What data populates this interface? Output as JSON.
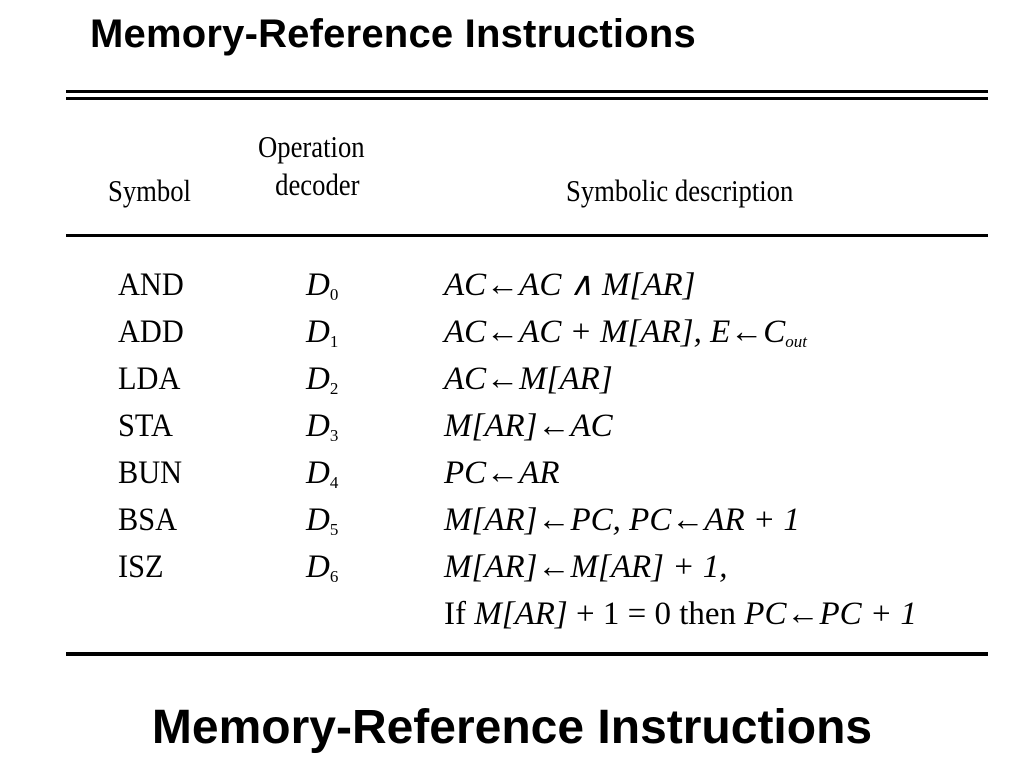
{
  "titles": {
    "top": "Memory-Reference Instructions",
    "bottom": "Memory-Reference Instructions"
  },
  "table": {
    "headers": {
      "symbol": "Symbol",
      "operation_decoder_line1": "Operation",
      "operation_decoder_line2": "decoder",
      "symbolic_description": "Symbolic description"
    },
    "rows": [
      {
        "symbol": "AND",
        "decoder": "D",
        "decoder_sub": "0",
        "description": "AC←AC ∧ M[AR]"
      },
      {
        "symbol": "ADD",
        "decoder": "D",
        "decoder_sub": "1",
        "description": "AC←AC + M[AR],   E←C",
        "description_sub": "out"
      },
      {
        "symbol": "LDA",
        "decoder": "D",
        "decoder_sub": "2",
        "description": "AC←M[AR]"
      },
      {
        "symbol": "STA",
        "decoder": "D",
        "decoder_sub": "3",
        "description": "M[AR]←AC"
      },
      {
        "symbol": "BUN",
        "decoder": "D",
        "decoder_sub": "4",
        "description": "PC←AR"
      },
      {
        "symbol": "BSA",
        "decoder": "D",
        "decoder_sub": "5",
        "description": "M[AR]←PC,   PC←AR + 1"
      },
      {
        "symbol": "ISZ",
        "decoder": "D",
        "decoder_sub": "6",
        "description": "M[AR]←M[AR] + 1,"
      }
    ],
    "continuation": {
      "prefix": "If ",
      "cond": "M[AR]",
      "mid": " + 1 = 0 then ",
      "action": "PC←PC + 1"
    }
  }
}
